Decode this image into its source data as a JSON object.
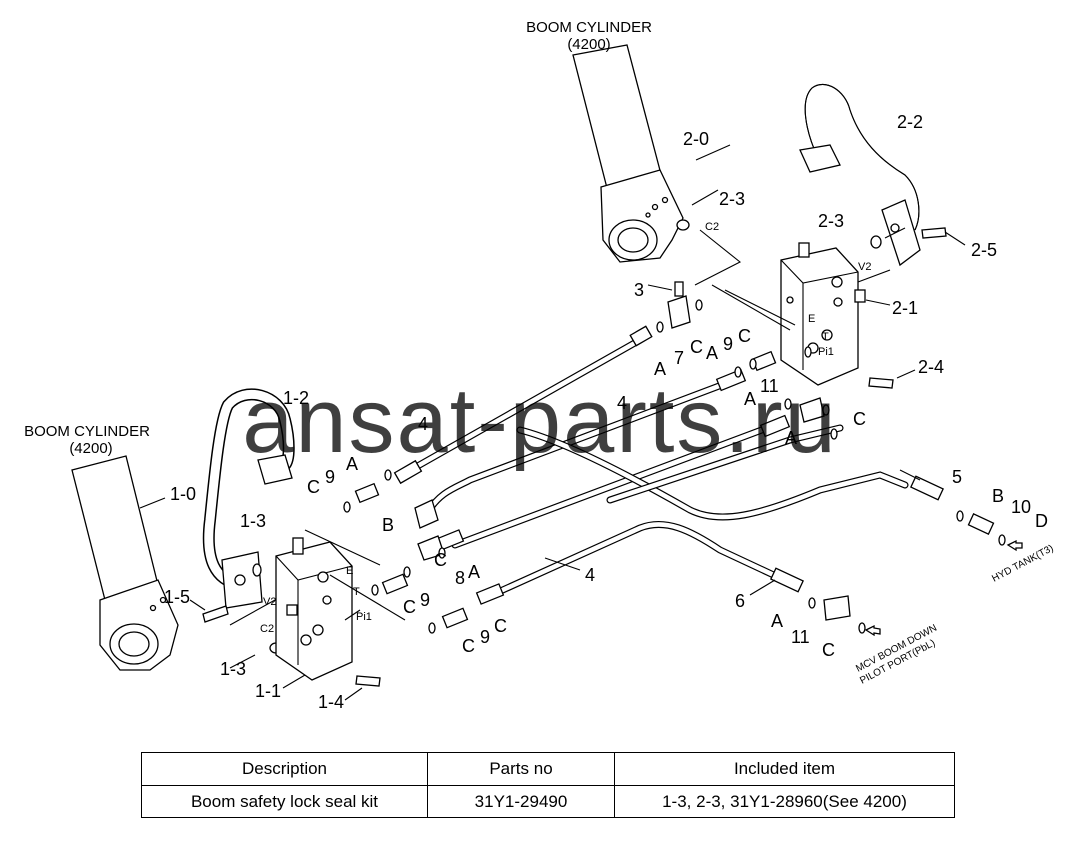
{
  "top_cylinder": {
    "title": "BOOM CYLINDER",
    "ref": "(4200)"
  },
  "left_cylinder": {
    "title": "BOOM CYLINDER",
    "ref": "(4200)"
  },
  "watermark": "ansat-parts.ru",
  "callouts": {
    "p2_0": "2-0",
    "p2_2": "2-2",
    "p2_3a": "2-3",
    "p2_3b": "2-3",
    "p2_5": "2-5",
    "p2_1": "2-1",
    "p2_4": "2-4",
    "p3": "3",
    "p7": "7",
    "c_a1": "C",
    "a_a1": "A",
    "a_b1": "A",
    "c_b1": "C",
    "n9_a": "9",
    "n11_a": "11",
    "a_c1": "A",
    "a_c2": "A",
    "c_c1": "C",
    "n4_a": "4",
    "n4_b": "4",
    "p1_2": "1-2",
    "p1_0": "1-0",
    "p1_3a": "1-3",
    "p1_5": "1-5",
    "p1_3b": "1-3",
    "p1_1": "1-1",
    "p1_4": "1-4",
    "a_d1": "A",
    "c_d1": "C",
    "n9_b": "9",
    "b_d1": "B",
    "c_e1": "C",
    "n8": "8",
    "a_e1": "A",
    "c_e2": "C",
    "n9_c": "9",
    "c_e3": "C",
    "n9_d": "9",
    "c_e4": "C",
    "n4_c": "4",
    "n5": "5",
    "b_f1": "B",
    "n10": "10",
    "d_f1": "D",
    "n6": "6",
    "a_g1": "A",
    "n11_b": "11",
    "c_g1": "C"
  },
  "port_labels": {
    "c2_top": "C2",
    "v2_top": "V2",
    "e_top": "E",
    "t_top": "T",
    "pi1_top": "Pi1",
    "c2_left": "C2",
    "v2_left": "V2",
    "e_left": "E",
    "t_left": "T",
    "pi1_left": "Pi1"
  },
  "notes": {
    "hyd_tank": "HYD TANK(T3)",
    "mcv_line1": "MCV BOOM DOWN",
    "mcv_line2": "PILOT PORT(PbL)"
  },
  "kit_table": {
    "headers": [
      "Description",
      "Parts no",
      "Included item"
    ],
    "rows": [
      [
        "Boom safety lock seal kit",
        "31Y1-29490",
        "1-3, 2-3, 31Y1-28960(See 4200)"
      ]
    ]
  }
}
